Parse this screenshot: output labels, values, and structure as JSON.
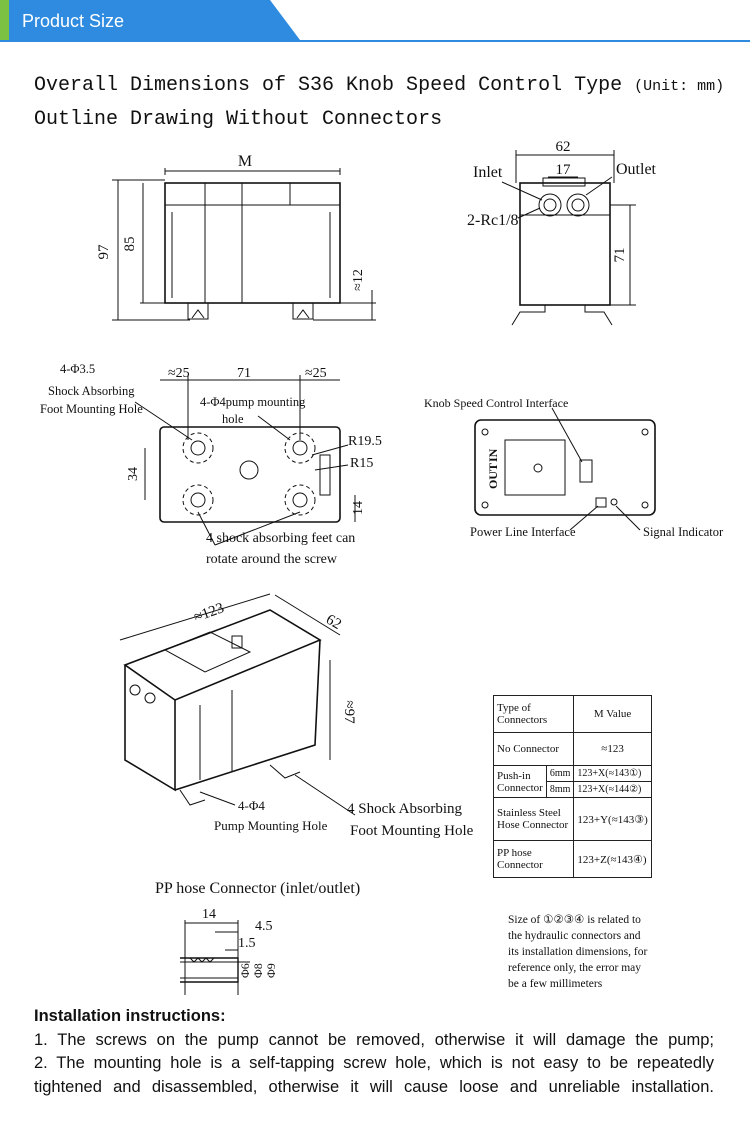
{
  "header": {
    "tab_label": "Product Size",
    "accent_color": "#2e8be0",
    "tab_green": "#7dc142"
  },
  "titles": {
    "line1_main": "Overall Dimensions of S36 Knob Speed Control Type ",
    "line1_unit": "(Unit: mm)",
    "line2": "Outline Drawing Without Connectors"
  },
  "front_view": {
    "width_label": "M",
    "overall_height": "97",
    "body_height": "85",
    "foot_height": "≈12"
  },
  "side_view": {
    "width": "62",
    "port_spacing": "17",
    "inlet": "Inlet",
    "outlet": "Outlet",
    "port_thread": "2-Rc1/8",
    "height": "71"
  },
  "bottom_view": {
    "hole_spec": "4-Φ3.5",
    "shock_label_1": "Shock Absorbing",
    "shock_label_2": "Foot Mounting Hole",
    "left_offset": "≈25",
    "center_span": "71",
    "right_offset": "≈25",
    "pump_hole_1": "4-Φ4pump mounting",
    "pump_hole_2": "hole",
    "radius_outer": "R19.5",
    "radius_inner": "R15",
    "height_span": "34",
    "edge_offset": "14",
    "rotate_note_1": "4 shock absorbing feet can",
    "rotate_note_2": "rotate around the screw"
  },
  "top_view": {
    "knob_interface": "Knob Speed Control Interface",
    "out_label": "OUT",
    "in_label": "IN",
    "power_interface": "Power Line Interface",
    "signal_indicator": "Signal Indicator"
  },
  "iso_view": {
    "length": "≈123",
    "width": "62",
    "height": "≈97",
    "pump_hole_1": "4-Φ4",
    "pump_hole_2": "Pump Mounting Hole",
    "foot_hole_1": "4 Shock Absorbing",
    "foot_hole_2": "Foot Mounting Hole"
  },
  "pp_hose": {
    "title": "PP hose Connector (inlet/outlet)",
    "len_total": "14",
    "len_a": "4.5",
    "len_b": "1.5",
    "d1": "Φ6",
    "d2": "Φ8",
    "d3": "Φ9"
  },
  "m_table": {
    "header_type_1": "Type of",
    "header_type_2": "Connectors",
    "header_value": "M Value",
    "no_connector": "No Connector",
    "no_connector_value": "≈123",
    "pushin_1": "Push-in",
    "pushin_2": "Connector",
    "pushin_6": "6mm",
    "pushin_6_value": "123+X(≈143①)",
    "pushin_8": "8mm",
    "pushin_8_value": "123+X(≈144②)",
    "steel_1": "Stainless Steel",
    "steel_2": "Hose Connector",
    "steel_value": "123+Y(≈143③)",
    "pp_1": "PP hose",
    "pp_2": "Connector",
    "pp_value": "123+Z(≈143④)"
  },
  "note": {
    "l1": "Size of ①②③④ is related to",
    "l2": "the hydraulic connectors and",
    "l3": "its installation dimensions, for",
    "l4": "reference only, the error may",
    "l5": "be a few millimeters"
  },
  "instructions": {
    "heading": "Installation instructions:",
    "item1": "1. The screws on the pump cannot be removed, otherwise it will damage the pump;",
    "item2a": "2. The mounting hole is a self-tapping screw hole, which is not easy to be repeatedly",
    "item2b": "tightened and disassembled, otherwise it will cause loose and unreliable installation."
  }
}
